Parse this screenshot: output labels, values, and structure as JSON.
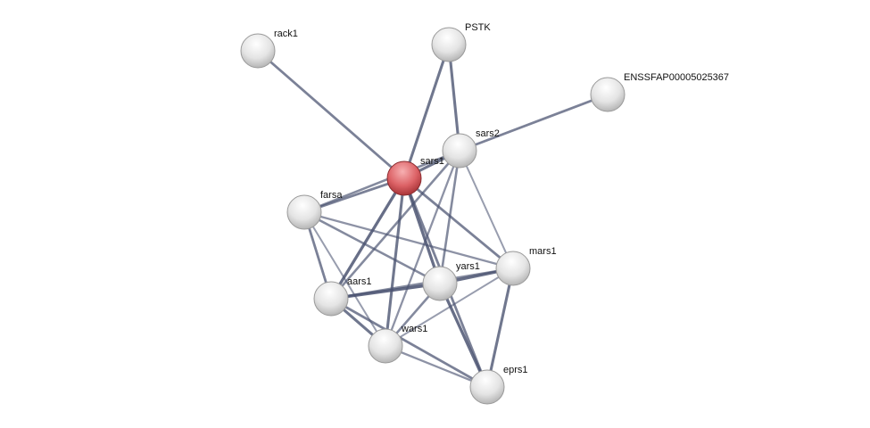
{
  "network": {
    "query_node": "sars1",
    "colors": {
      "query": "#d9585c",
      "node": "#e6e6e6",
      "edge": "#4a5270"
    },
    "nodes": [
      {
        "id": "rack1",
        "label": "rack1"
      },
      {
        "id": "PSTK",
        "label": "PSTK"
      },
      {
        "id": "ENSSFAP00005025367",
        "label": "ENSSFAP00005025367"
      },
      {
        "id": "sars2",
        "label": "sars2"
      },
      {
        "id": "sars1",
        "label": "sars1"
      },
      {
        "id": "farsa",
        "label": "farsa"
      },
      {
        "id": "mars1",
        "label": "mars1"
      },
      {
        "id": "yars1",
        "label": "yars1"
      },
      {
        "id": "aars1",
        "label": "aars1"
      },
      {
        "id": "wars1",
        "label": "wars1"
      },
      {
        "id": "eprs1",
        "label": "eprs1"
      }
    ],
    "edges": [
      [
        "rack1",
        "sars1",
        0.7
      ],
      [
        "PSTK",
        "sars1",
        0.8
      ],
      [
        "PSTK",
        "sars2",
        0.8
      ],
      [
        "ENSSFAP00005025367",
        "sars2",
        0.7
      ],
      [
        "sars1",
        "sars2",
        0.8
      ],
      [
        "sars1",
        "farsa",
        0.7
      ],
      [
        "sars1",
        "aars1",
        0.9
      ],
      [
        "sars1",
        "yars1",
        0.9
      ],
      [
        "sars1",
        "wars1",
        0.8
      ],
      [
        "sars1",
        "mars1",
        0.7
      ],
      [
        "sars1",
        "eprs1",
        0.7
      ],
      [
        "sars2",
        "farsa",
        0.6
      ],
      [
        "sars2",
        "aars1",
        0.6
      ],
      [
        "sars2",
        "yars1",
        0.6
      ],
      [
        "sars2",
        "wars1",
        0.5
      ],
      [
        "sars2",
        "mars1",
        0.4
      ],
      [
        "farsa",
        "aars1",
        0.7
      ],
      [
        "farsa",
        "wars1",
        0.4
      ],
      [
        "farsa",
        "yars1",
        0.6
      ],
      [
        "farsa",
        "mars1",
        0.5
      ],
      [
        "aars1",
        "yars1",
        0.95
      ],
      [
        "aars1",
        "mars1",
        0.6
      ],
      [
        "aars1",
        "wars1",
        0.8
      ],
      [
        "aars1",
        "eprs1",
        0.7
      ],
      [
        "yars1",
        "mars1",
        0.9
      ],
      [
        "yars1",
        "wars1",
        0.6
      ],
      [
        "yars1",
        "eprs1",
        0.9
      ],
      [
        "mars1",
        "eprs1",
        0.8
      ],
      [
        "mars1",
        "wars1",
        0.4
      ],
      [
        "wars1",
        "eprs1",
        0.5
      ]
    ]
  }
}
